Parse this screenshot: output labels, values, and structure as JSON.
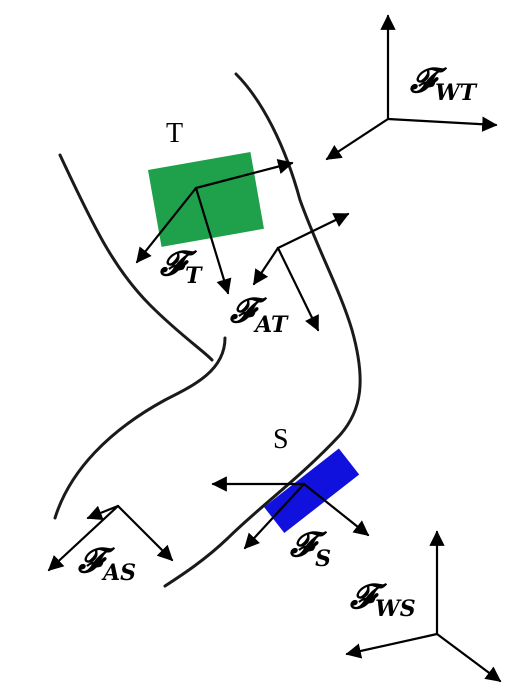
{
  "objects": {
    "target": {
      "label": "T",
      "color": "#1fa04a"
    },
    "source": {
      "label": "S",
      "color": "#1111dd"
    }
  },
  "frames": {
    "wt": {
      "script": "𝓕",
      "sub": "WT"
    },
    "t": {
      "script": "𝓕",
      "sub": "T"
    },
    "at": {
      "script": "𝓕",
      "sub": "AT"
    },
    "s": {
      "script": "𝓕",
      "sub": "S"
    },
    "as": {
      "script": "𝓕",
      "sub": "AS"
    },
    "ws": {
      "script": "𝓕",
      "sub": "WS"
    }
  }
}
